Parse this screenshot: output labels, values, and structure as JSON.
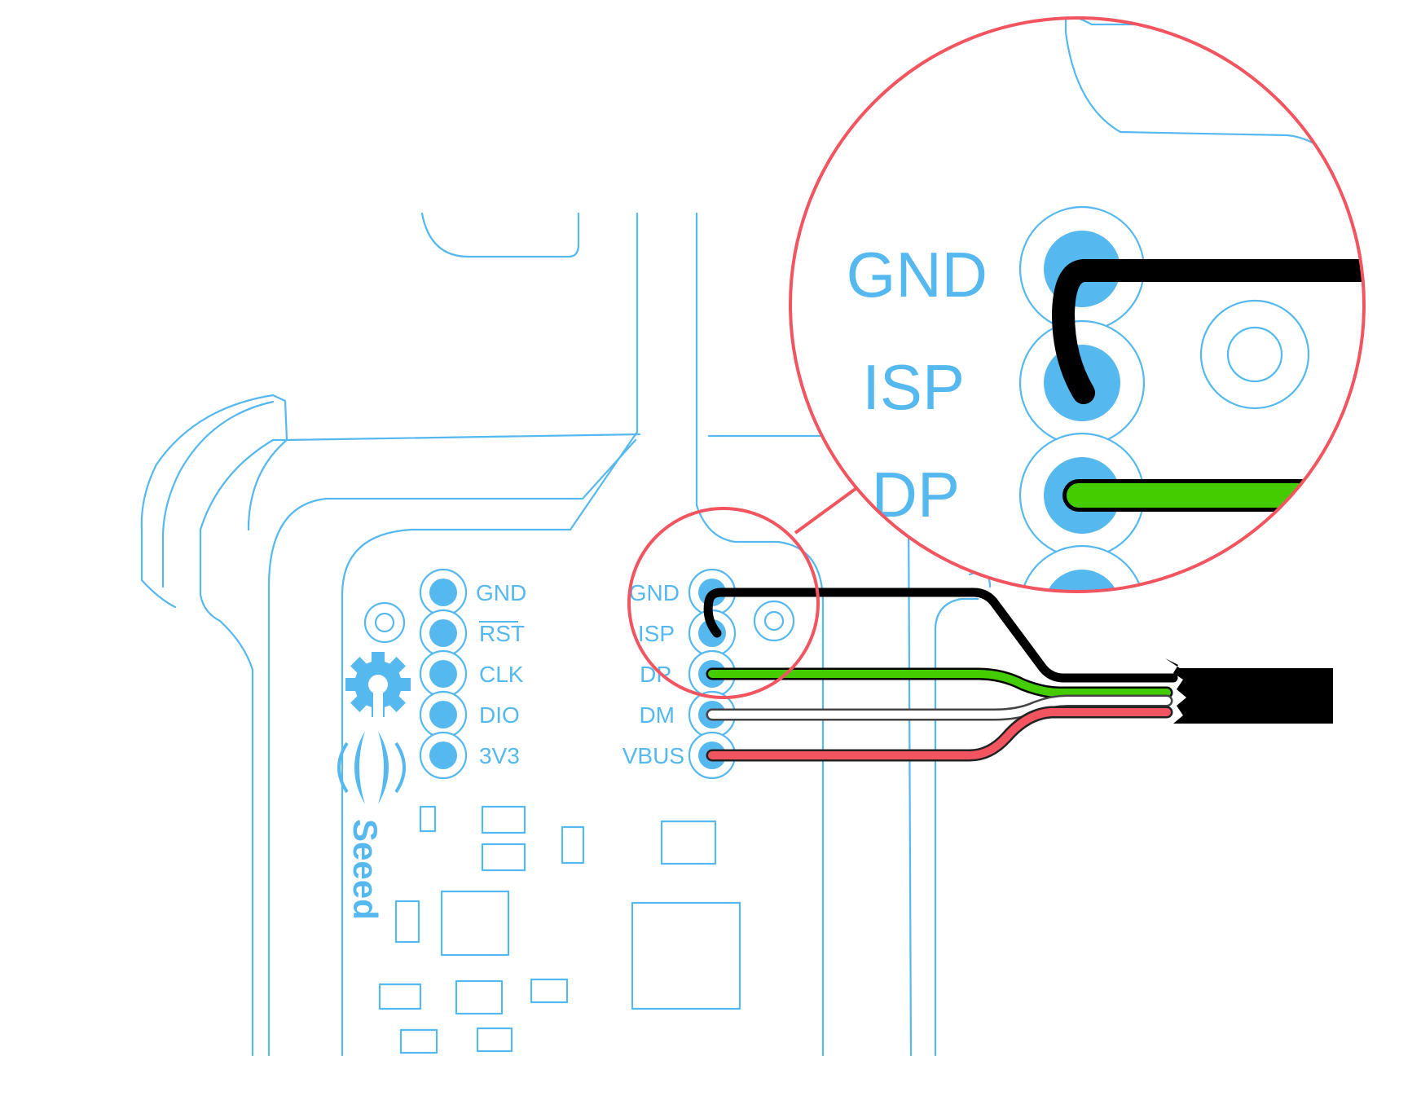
{
  "brand": "Seeed",
  "left_header": {
    "labels": [
      "GND",
      "RST",
      "CLK",
      "DIO",
      "3V3"
    ]
  },
  "right_header": {
    "labels": [
      "GND",
      "ISP",
      "DP",
      "DM",
      "VBUS"
    ]
  },
  "zoom": {
    "labels": [
      "GND",
      "ISP",
      "DP"
    ]
  },
  "colors": {
    "pcb_outline": "#55b8ee",
    "callout_circle": "#f25560",
    "wire_gnd": "#000000",
    "wire_dp": "#44cc00",
    "wire_dm": "#ffffff",
    "wire_vbus": "#f25560",
    "cable_jacket": "#000000"
  },
  "icons": [
    "gear-icon",
    "seeed-logo-icon"
  ]
}
